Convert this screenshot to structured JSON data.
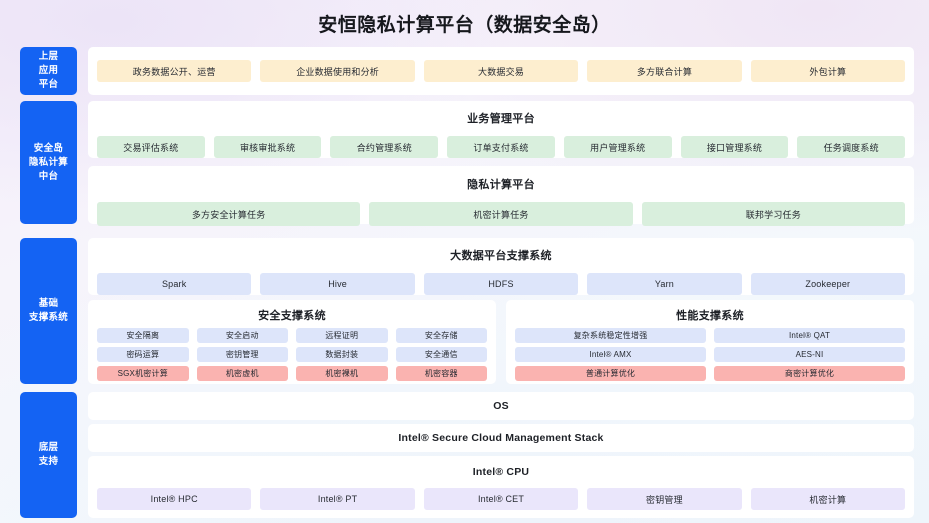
{
  "title": "安恒隐私计算平台（数据安全岛）",
  "colors": {
    "tier_blue": "#1463f3",
    "chip_cream": "#fdeecf",
    "chip_green": "#d9efdd",
    "chip_blue": "#dde5fa",
    "chip_red": "#fab3b0",
    "chip_violet": "#eae6fb",
    "panel_white": "#ffffff"
  },
  "tiers": [
    {
      "label": "上层\n应用\n平台"
    },
    {
      "label": "安全岛\n隐私计算\n中台"
    },
    {
      "label": "基础\n支撑系统"
    },
    {
      "label": "底层\n支持"
    }
  ],
  "app_platform": {
    "items": [
      "政务数据公开、运营",
      "企业数据使用和分析",
      "大数据交易",
      "多方联合计算",
      "外包计算"
    ]
  },
  "business_platform": {
    "title": "业务管理平台",
    "items": [
      "交易评估系统",
      "审核审批系统",
      "合约管理系统",
      "订单支付系统",
      "用户管理系统",
      "接口管理系统",
      "任务调度系统"
    ]
  },
  "privacy_platform": {
    "title": "隐私计算平台",
    "items": [
      "多方安全计算任务",
      "机密计算任务",
      "联邦学习任务"
    ]
  },
  "bigdata_platform": {
    "title": "大数据平台支撑系统",
    "items": [
      "Spark",
      "Hive",
      "HDFS",
      "Yarn",
      "Zookeeper"
    ]
  },
  "security_support": {
    "title": "安全支撑系统",
    "items": [
      {
        "label": "安全隔离",
        "tone": "blue"
      },
      {
        "label": "安全启动",
        "tone": "blue"
      },
      {
        "label": "远程证明",
        "tone": "blue"
      },
      {
        "label": "安全存储",
        "tone": "blue"
      },
      {
        "label": "密码运算",
        "tone": "blue"
      },
      {
        "label": "密钥管理",
        "tone": "blue"
      },
      {
        "label": "数据封装",
        "tone": "blue"
      },
      {
        "label": "安全通信",
        "tone": "blue"
      },
      {
        "label": "SGX机密计算",
        "tone": "red"
      },
      {
        "label": "机密虚机",
        "tone": "red"
      },
      {
        "label": "机密裸机",
        "tone": "red"
      },
      {
        "label": "机密容器",
        "tone": "red"
      }
    ]
  },
  "performance_support": {
    "title": "性能支撑系统",
    "items": [
      {
        "label": "复杂系统稳定性增强",
        "tone": "blue"
      },
      {
        "label": "Intel® QAT",
        "tone": "blue"
      },
      {
        "label": "Intel® AMX",
        "tone": "blue"
      },
      {
        "label": "AES-NI",
        "tone": "blue"
      },
      {
        "label": "普通计算优化",
        "tone": "red"
      },
      {
        "label": "商密计算优化",
        "tone": "red"
      }
    ]
  },
  "os_row": {
    "label": "OS"
  },
  "stack_row": {
    "label": "Intel® Secure Cloud Management Stack"
  },
  "cpu_row": {
    "title": "Intel® CPU",
    "items": [
      "Intel® HPC",
      "Intel® PT",
      "Intel® CET",
      "密钥管理",
      "机密计算"
    ]
  }
}
